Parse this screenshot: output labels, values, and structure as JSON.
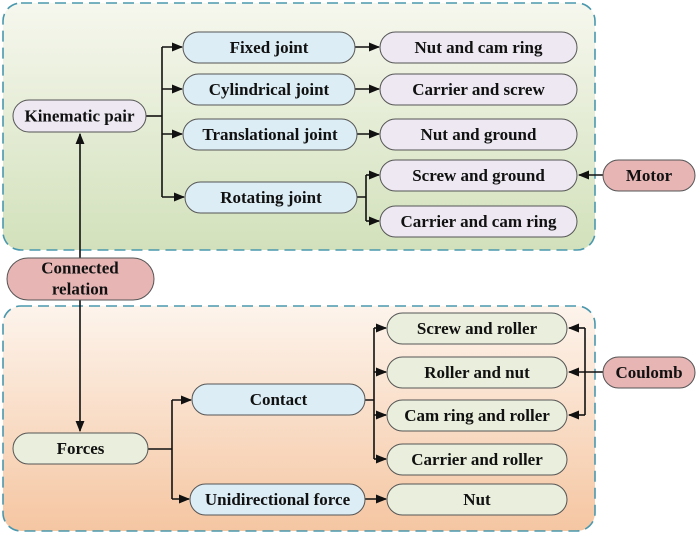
{
  "diagram": {
    "colors": {
      "top_panel_top": "#f6f7ee",
      "top_panel_bottom": "#d2e1bb",
      "bottom_panel_top": "#fdf4ec",
      "bottom_panel_bottom": "#f5c6a2",
      "panel_border": "#4a98ae",
      "joint_fill": "#dcedf5",
      "pair_fill": "#ede8f1",
      "external_fill": "#e8b5b5",
      "force_fill": "#e9efdc"
    },
    "root": {
      "label_line1": "Connected",
      "label_line2": "relation"
    },
    "kinematic": {
      "label": "Kinematic pair",
      "joints": [
        {
          "label": "Fixed joint",
          "targets": [
            "Nut and cam ring"
          ]
        },
        {
          "label": "Cylindrical joint",
          "targets": [
            "Carrier and screw"
          ]
        },
        {
          "label": "Translational joint",
          "targets": [
            "Nut and ground"
          ]
        },
        {
          "label": "Rotating joint",
          "targets": [
            "Screw and ground",
            "Carrier and cam ring"
          ]
        }
      ],
      "external": {
        "label": "Motor",
        "applies_to": [
          "Screw and ground"
        ]
      }
    },
    "forces": {
      "label": "Forces",
      "types": [
        {
          "label": "Contact",
          "targets": [
            "Screw and roller",
            "Roller and nut",
            "Cam ring and roller",
            "Carrier and roller"
          ]
        },
        {
          "label": "Unidirectional force",
          "targets": [
            "Nut"
          ]
        }
      ],
      "external": {
        "label": "Coulomb",
        "applies_to": [
          "Screw and roller",
          "Roller and nut",
          "Cam ring and roller"
        ]
      }
    }
  }
}
